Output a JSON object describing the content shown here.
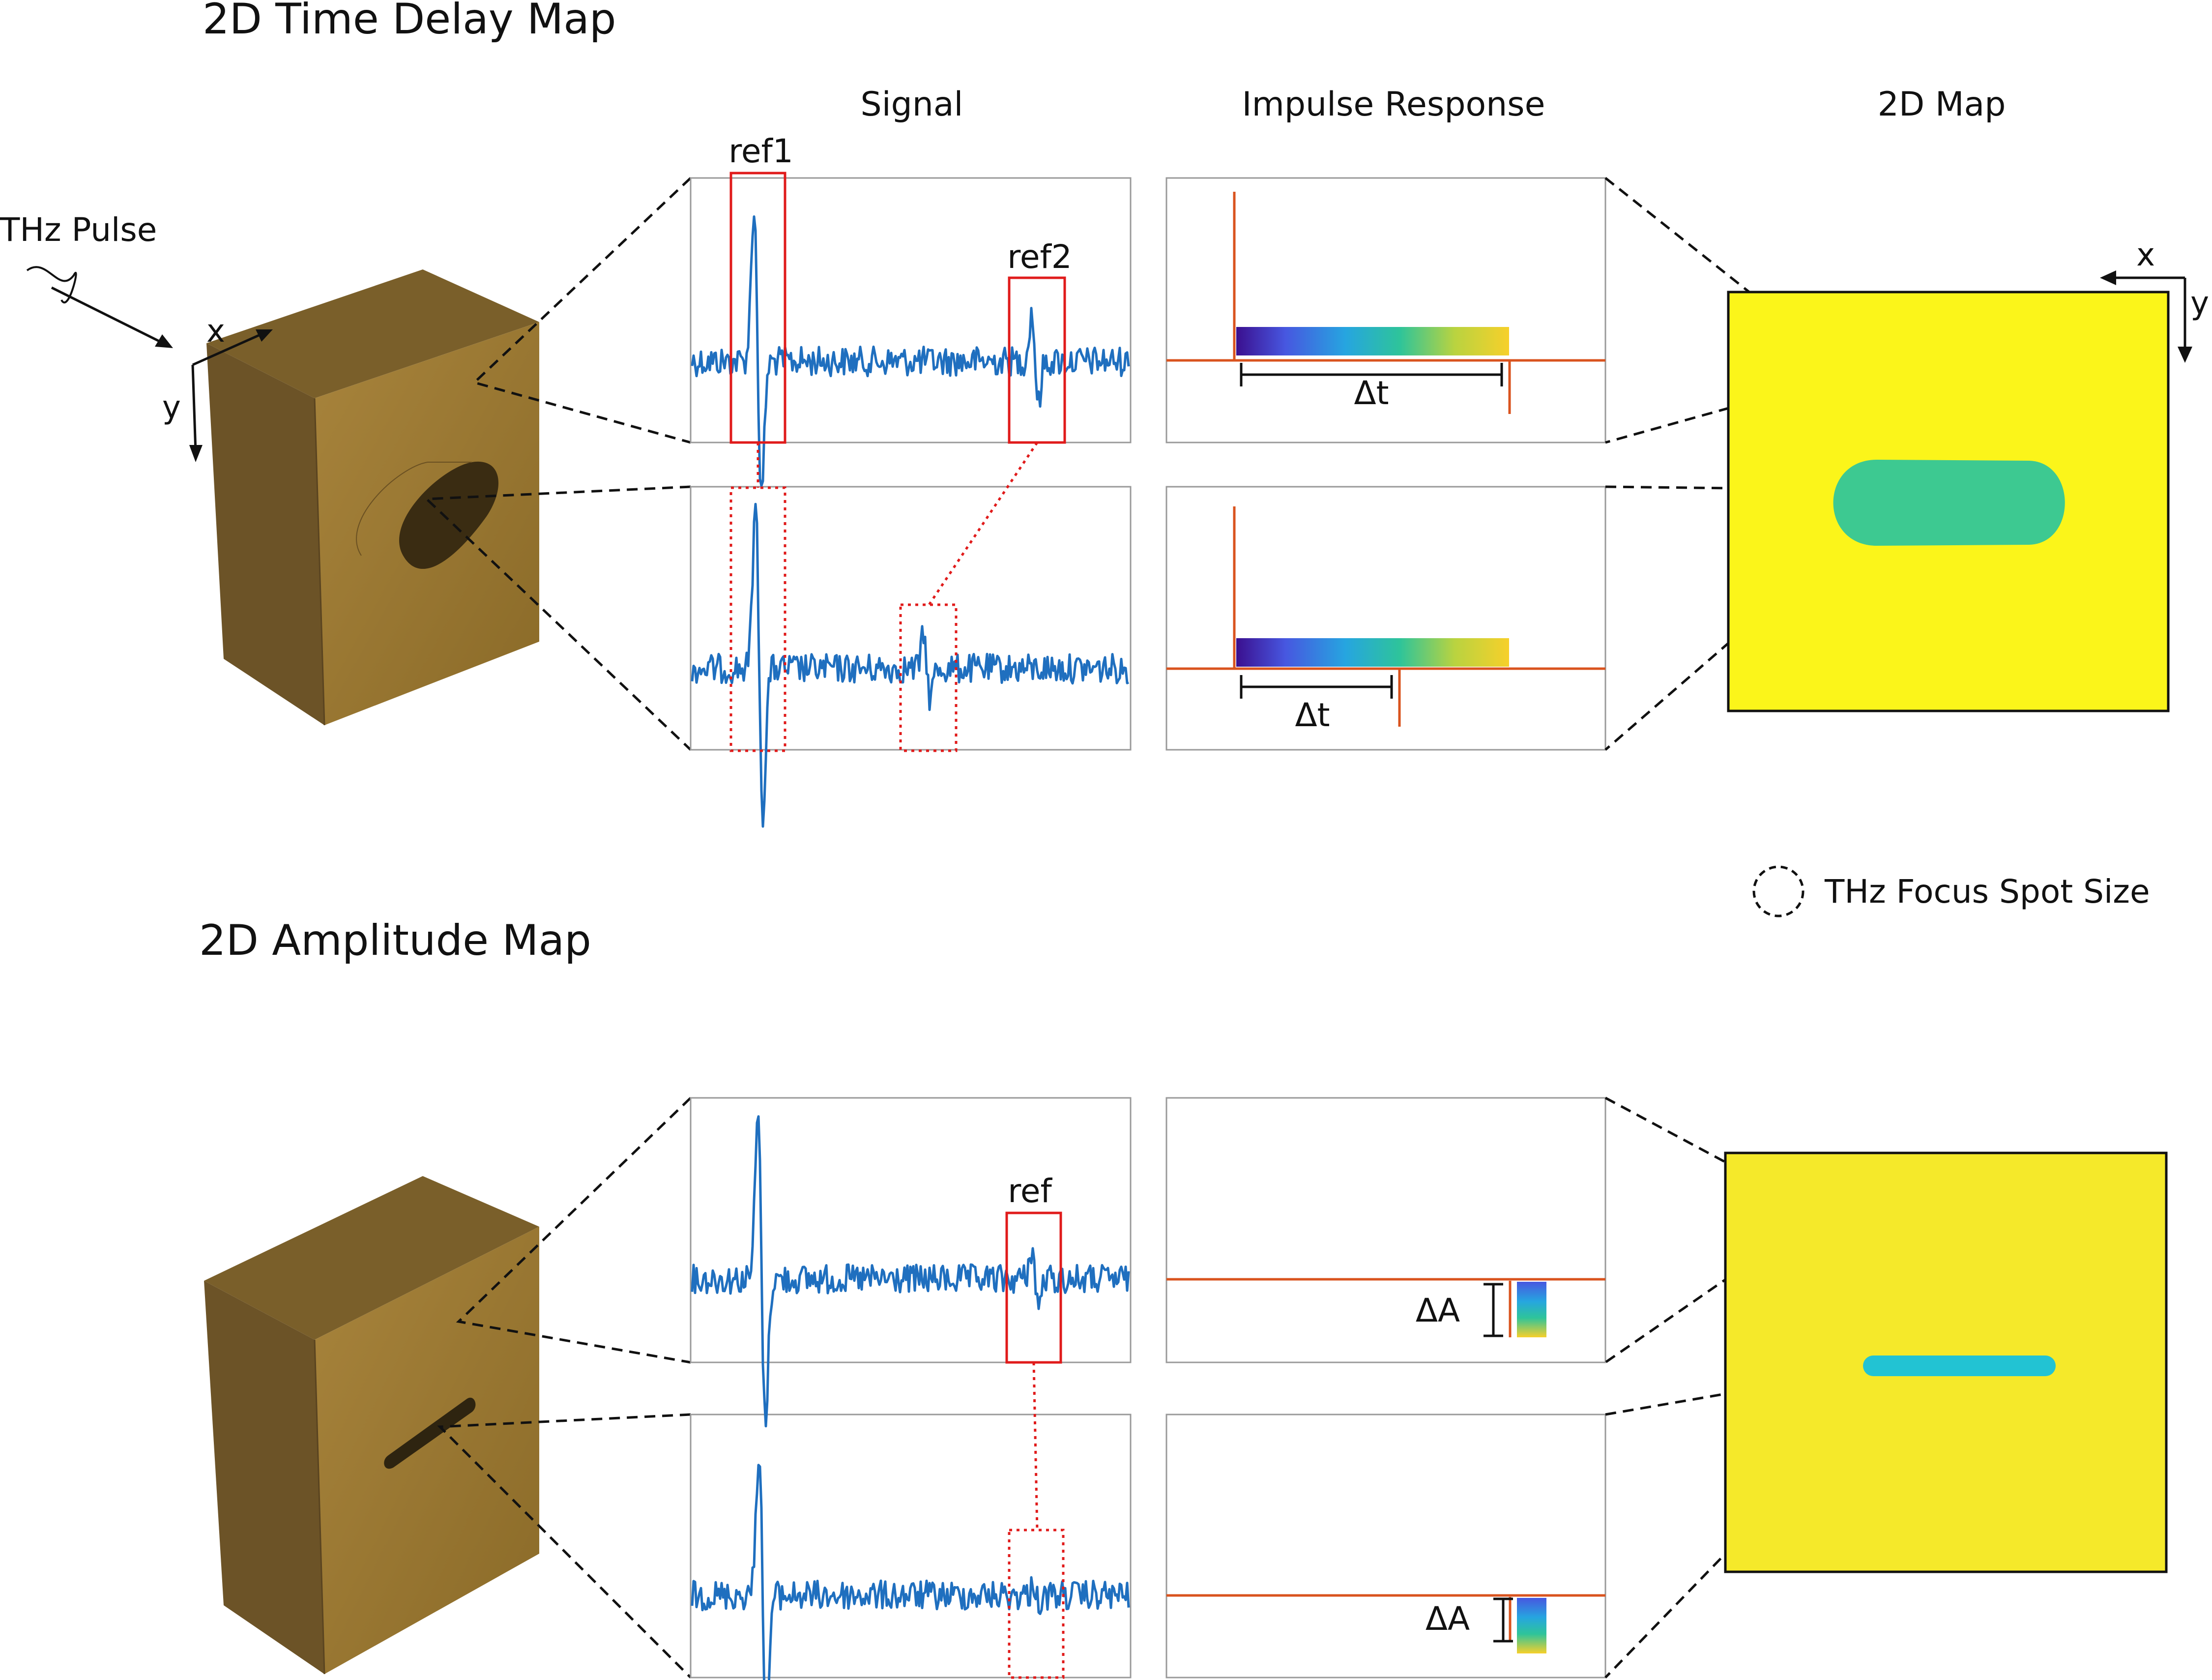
{
  "sections": {
    "time_delay": {
      "title": "2D Time Delay Map"
    },
    "amplitude": {
      "title": "2D Amplitude Map"
    }
  },
  "columns": {
    "signal": "Signal",
    "impulse": "Impulse Response",
    "map": "2D Map"
  },
  "labels": {
    "thz_pulse": "THz Pulse",
    "ref1": "ref1",
    "ref2": "ref2",
    "ref": "ref",
    "delta_t": "Δt",
    "delta_a": "ΔA",
    "axis_x": "x",
    "axis_y": "y",
    "focus_legend": "THz Focus Spot Size"
  },
  "colors": {
    "signal_line": "#1f6fbf",
    "impulse_line": "#d9531e",
    "ref_box": "#e01b1b",
    "sample_front": "#9a7630",
    "sample_top": "#7a5f2a",
    "sample_side": "#6c5327",
    "map_top": "#fbf51a",
    "map_bottom": "#f5e92a",
    "defect_top": "#3dc991",
    "defect_bottom": "#22c3d3"
  }
}
